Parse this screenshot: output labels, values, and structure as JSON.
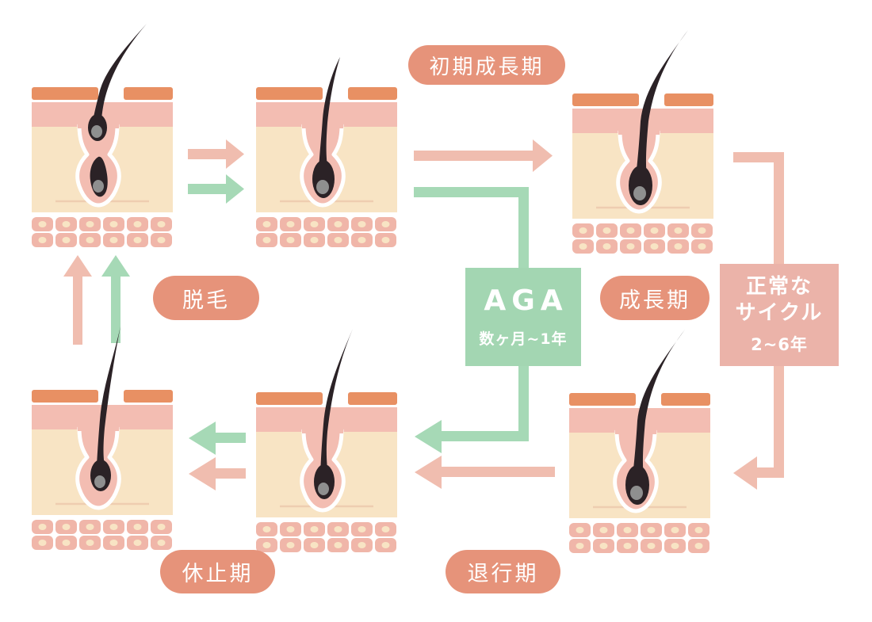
{
  "diagram": {
    "stage_labels": {
      "initial_growth": "初期成長期",
      "shedding": "脱毛",
      "growth": "成長期",
      "telogen": "休止期",
      "catagen": "退行期"
    },
    "aga_box": {
      "title": "AGA",
      "duration": "数ヶ月~1年"
    },
    "normal_cycle_box": {
      "title_lines": [
        "正常な",
        "サイクル"
      ],
      "duration": "2~6年"
    }
  },
  "panels": [
    {
      "position": "top-left",
      "stage": "new-hair-pushing-out-old-hair",
      "variant": "shedding"
    },
    {
      "position": "top-middle",
      "stage": "early-anagen",
      "variant": "early"
    },
    {
      "position": "top-right",
      "stage": "anagen",
      "variant": "anagen"
    },
    {
      "position": "bottom-left",
      "stage": "telogen",
      "variant": "telogen"
    },
    {
      "position": "bottom-middle",
      "stage": "catagen",
      "variant": "catagen"
    },
    {
      "position": "bottom-right",
      "stage": "anagen",
      "variant": "anagen"
    }
  ],
  "colors": {
    "label_pill": "#E6937A",
    "green_box": "#A3D6B2",
    "pink_box": "#EBB3A9",
    "pink_arrow": "#F0BDAF",
    "green_arrow": "#A6D9B6",
    "skin_surface": "#E89063",
    "epidermis": "#F3BDB2",
    "dermis": "#F8E4C4",
    "dermis_line": "#EECDB0",
    "fat_cell": "#F0B6A9",
    "fat_dot": "#F8E4C4",
    "hair": "#2B2226",
    "papilla": "#8F8F8F"
  }
}
